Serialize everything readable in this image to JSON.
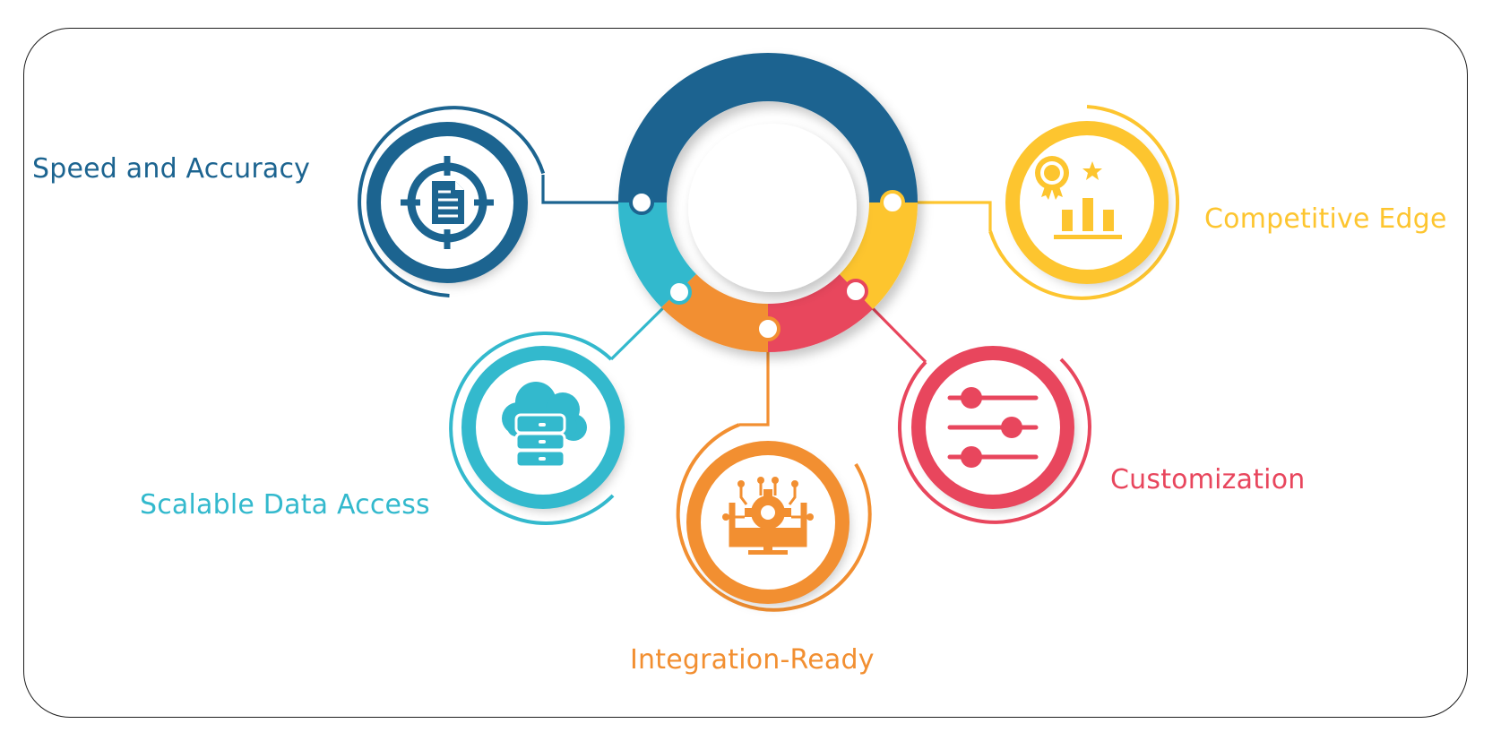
{
  "colors": {
    "navy": "#1c6490",
    "teal": "#33b9cd",
    "orange": "#f28f31",
    "red": "#e8465d",
    "yellow": "#fdc52f",
    "border": "#1d1d1d"
  },
  "items": [
    {
      "label": "Speed and Accuracy",
      "color": "#1c6490",
      "icon": "target-document-icon"
    },
    {
      "label": "Scalable Data Access",
      "color": "#33b9cd",
      "icon": "cloud-database-icon"
    },
    {
      "label": "Integration-Ready",
      "color": "#f28f31",
      "icon": "monitor-gear-icon"
    },
    {
      "label": "Customization",
      "color": "#e8465d",
      "icon": "sliders-icon"
    },
    {
      "label": "Competitive Edge",
      "color": "#fdc52f",
      "icon": "award-chart-icon"
    }
  ]
}
